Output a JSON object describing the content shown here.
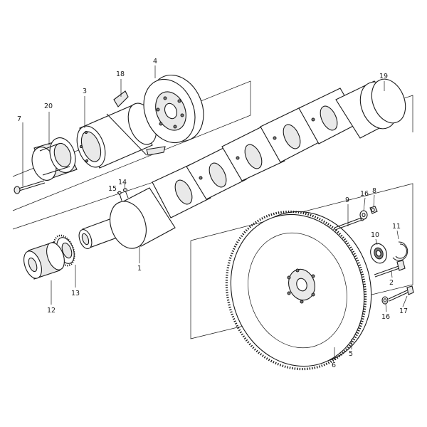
{
  "diagram": {
    "part_labels": {
      "p1": "1",
      "p2": "2",
      "p3": "3",
      "p4": "4",
      "p5": "5",
      "p6": "6",
      "p7": "7",
      "p8": "8",
      "p9": "9",
      "p10": "10",
      "p11": "11",
      "p12": "12",
      "p13": "13",
      "p14": "14",
      "p15": "15",
      "p16a": "16",
      "p16b": "16",
      "p17": "17",
      "p18": "18",
      "p19": "19",
      "p20": "20"
    }
  }
}
